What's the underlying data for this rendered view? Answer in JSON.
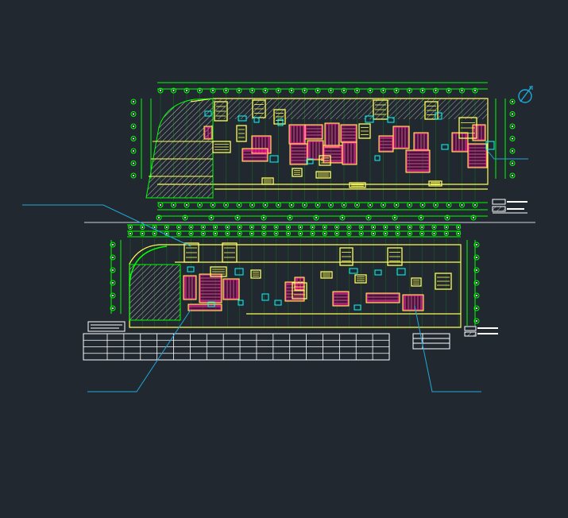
{
  "drawing": {
    "background": "#212830",
    "colors": {
      "axis": "#00ff00",
      "wall": "#ffff55",
      "heating": "#ff1493",
      "detail": "#00ffff",
      "leader": "#1fa8d6",
      "hatch": "#c8c8c8",
      "grid": "#4a5a70",
      "text": "#ffffff"
    },
    "plans": [
      {
        "id": "upper-floor-plan",
        "hatched_region": "left"
      },
      {
        "id": "lower-floor-plan",
        "hatched_region": "left"
      }
    ],
    "north_arrow": {
      "symbol": "N"
    },
    "legend_blocks": 3,
    "schedule_table": {
      "rows": 4,
      "columns": 17
    }
  }
}
